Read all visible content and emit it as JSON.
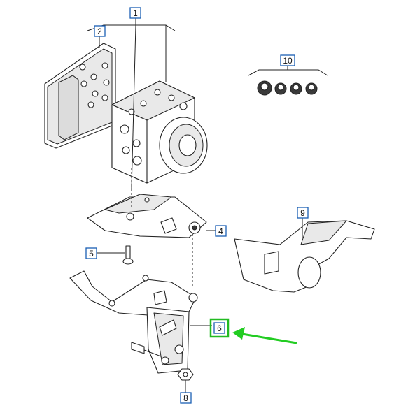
{
  "callouts": [
    {
      "id": "c1",
      "label": "1"
    },
    {
      "id": "c2",
      "label": "2"
    },
    {
      "id": "c4",
      "label": "4"
    },
    {
      "id": "c5",
      "label": "5"
    },
    {
      "id": "c6",
      "label": "6"
    },
    {
      "id": "c8",
      "label": "8"
    },
    {
      "id": "c9",
      "label": "9"
    },
    {
      "id": "c10",
      "label": "10"
    }
  ],
  "colors": {
    "callout_border": "#1a5fb4",
    "highlight_box": "#22bb22",
    "arrow": "#22cc22",
    "line_art": "#222222"
  }
}
